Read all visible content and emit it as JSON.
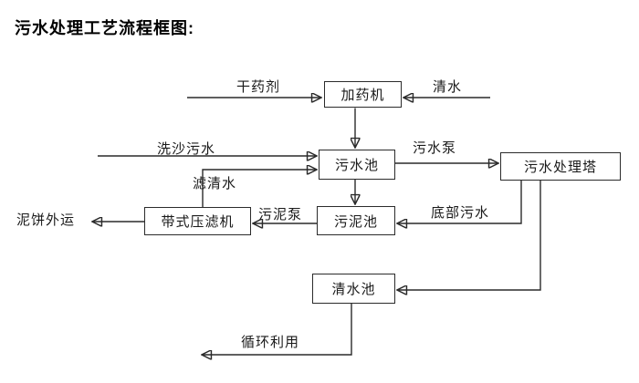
{
  "title": "污水处理工艺流程框图:",
  "nodes": {
    "dosing_machine": {
      "label": "加药机"
    },
    "sewage_pool": {
      "label": "污水池"
    },
    "treatment_tower": {
      "label": "污水处理塔"
    },
    "sludge_pool": {
      "label": "污泥池"
    },
    "belt_filter_press": {
      "label": "带式压滤机"
    },
    "clean_water_pool": {
      "label": "清水池"
    }
  },
  "flow_labels": {
    "dry_chemical": "干药剂",
    "clean_water": "清水",
    "sand_washing_sewage": "洗沙污水",
    "sewage_pump": "污水泵",
    "filtered_water": "滤清水",
    "bottom_sewage": "底部污水",
    "sludge_pump": "污泥泵",
    "mud_cake_out": "泥饼外运",
    "recycle_use": "循环利用"
  },
  "edges": [
    {
      "from": "dry-chemical-source",
      "to": "dosing_machine",
      "label": "干药剂"
    },
    {
      "from": "clean-water-source",
      "to": "dosing_machine",
      "label": "清水"
    },
    {
      "from": "dosing_machine",
      "to": "sewage_pool",
      "label": ""
    },
    {
      "from": "sand-washing-source",
      "to": "sewage_pool",
      "label": "洗沙污水"
    },
    {
      "from": "belt_filter_press",
      "to": "sewage_pool",
      "label": "滤清水"
    },
    {
      "from": "sewage_pool",
      "to": "treatment_tower",
      "label": "污水泵"
    },
    {
      "from": "sewage_pool",
      "to": "sludge_pool",
      "label": ""
    },
    {
      "from": "treatment_tower",
      "to": "sludge_pool",
      "label": "底部污水"
    },
    {
      "from": "sludge_pool",
      "to": "belt_filter_press",
      "label": "污泥泵"
    },
    {
      "from": "belt_filter_press",
      "to": "outside-transport",
      "label": "泥饼外运"
    },
    {
      "from": "treatment_tower",
      "to": "clean_water_pool",
      "label": ""
    },
    {
      "from": "clean_water_pool",
      "to": "reuse",
      "label": "循环利用"
    }
  ],
  "colors": {
    "background": "#ffffff",
    "line": "#2a2a2a",
    "box_border": "#2b2b2b",
    "text": "#000000"
  }
}
